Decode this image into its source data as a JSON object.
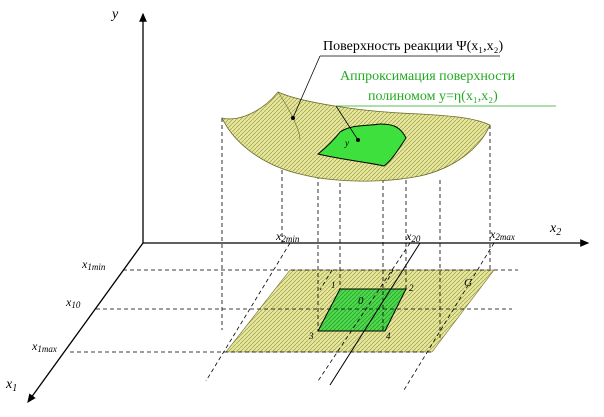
{
  "axes": {
    "y": "y",
    "x2": "x",
    "x2_sub": "2",
    "x1": "x",
    "x1_sub": "1"
  },
  "labels": {
    "response_surface": "Поверхность реакции Ψ(x₁,x₂)",
    "approximation_line1": "Аппроксимация поверхности",
    "approximation_line2": "полиномом y=η(x₁,x₂)",
    "x2min_main": "x",
    "x2min_sub": "2min",
    "x20_main": "x",
    "x20_sub": "20",
    "x2max_main": "x",
    "x2max_sub": "2max",
    "x1min_main": "x",
    "x1min_sub": "1min",
    "x10_main": "x",
    "x10_sub": "10",
    "x1max_main": "x",
    "x1max_sub": "1max",
    "region_g": "G",
    "point_1": "1",
    "point_2": "2",
    "point_3": "3",
    "point_4": "4",
    "center_0": "0",
    "surface_point": "y"
  },
  "colors": {
    "surface_fill": "#e8e48a",
    "approx_fill": "#33dd33",
    "approx_text": "#22aa22",
    "plane_fill": "#d9dc8f",
    "line": "#000000"
  }
}
